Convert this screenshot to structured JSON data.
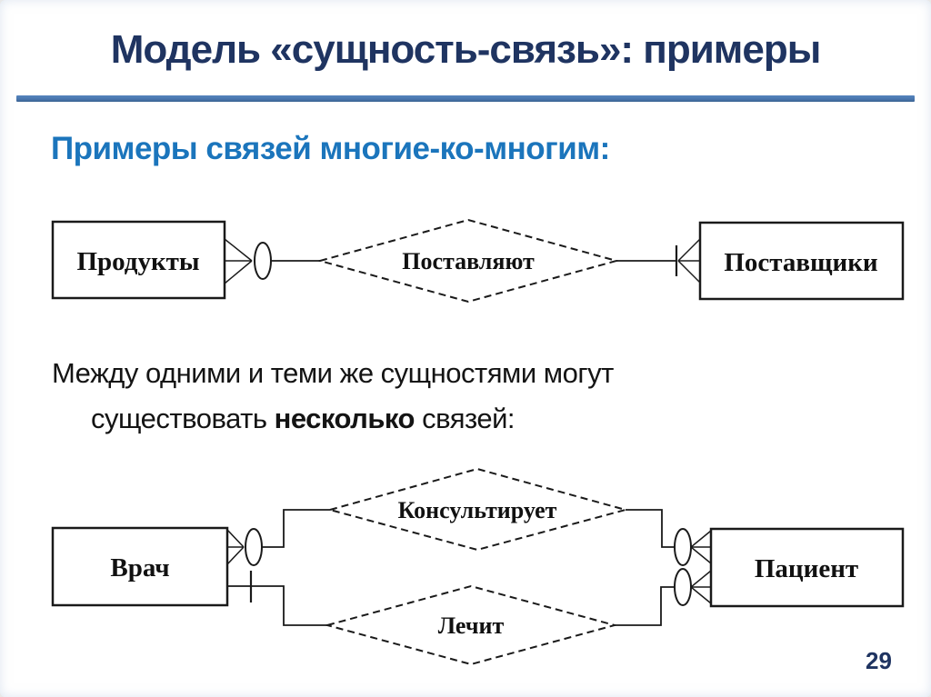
{
  "slide": {
    "title": "Модель «сущность-связь»: примеры",
    "subtitle": "Примеры связей многие-ко-многим:",
    "body_line1": "Между одними и теми же сущностями могут",
    "body_line2_prefix": "существовать ",
    "body_line2_bold": "несколько",
    "body_line2_suffix": " связей:",
    "page_number": "29"
  },
  "diagram_many_to_many": {
    "entity_left": "Продукты",
    "relationship": "Поставляют",
    "entity_right": "Поставщики"
  },
  "diagram_multiple_relations": {
    "entity_left": "Врач",
    "relationship_top": "Консультирует",
    "relationship_bottom": "Лечит",
    "entity_right": "Пациент"
  },
  "colors": {
    "title_text": "#1F3461",
    "subtitle_text": "#1B75BC",
    "divider_blue": "#4A77B0",
    "body_text": "#141414",
    "diagram_line": "#1a1a1a",
    "background": "#ffffff"
  }
}
